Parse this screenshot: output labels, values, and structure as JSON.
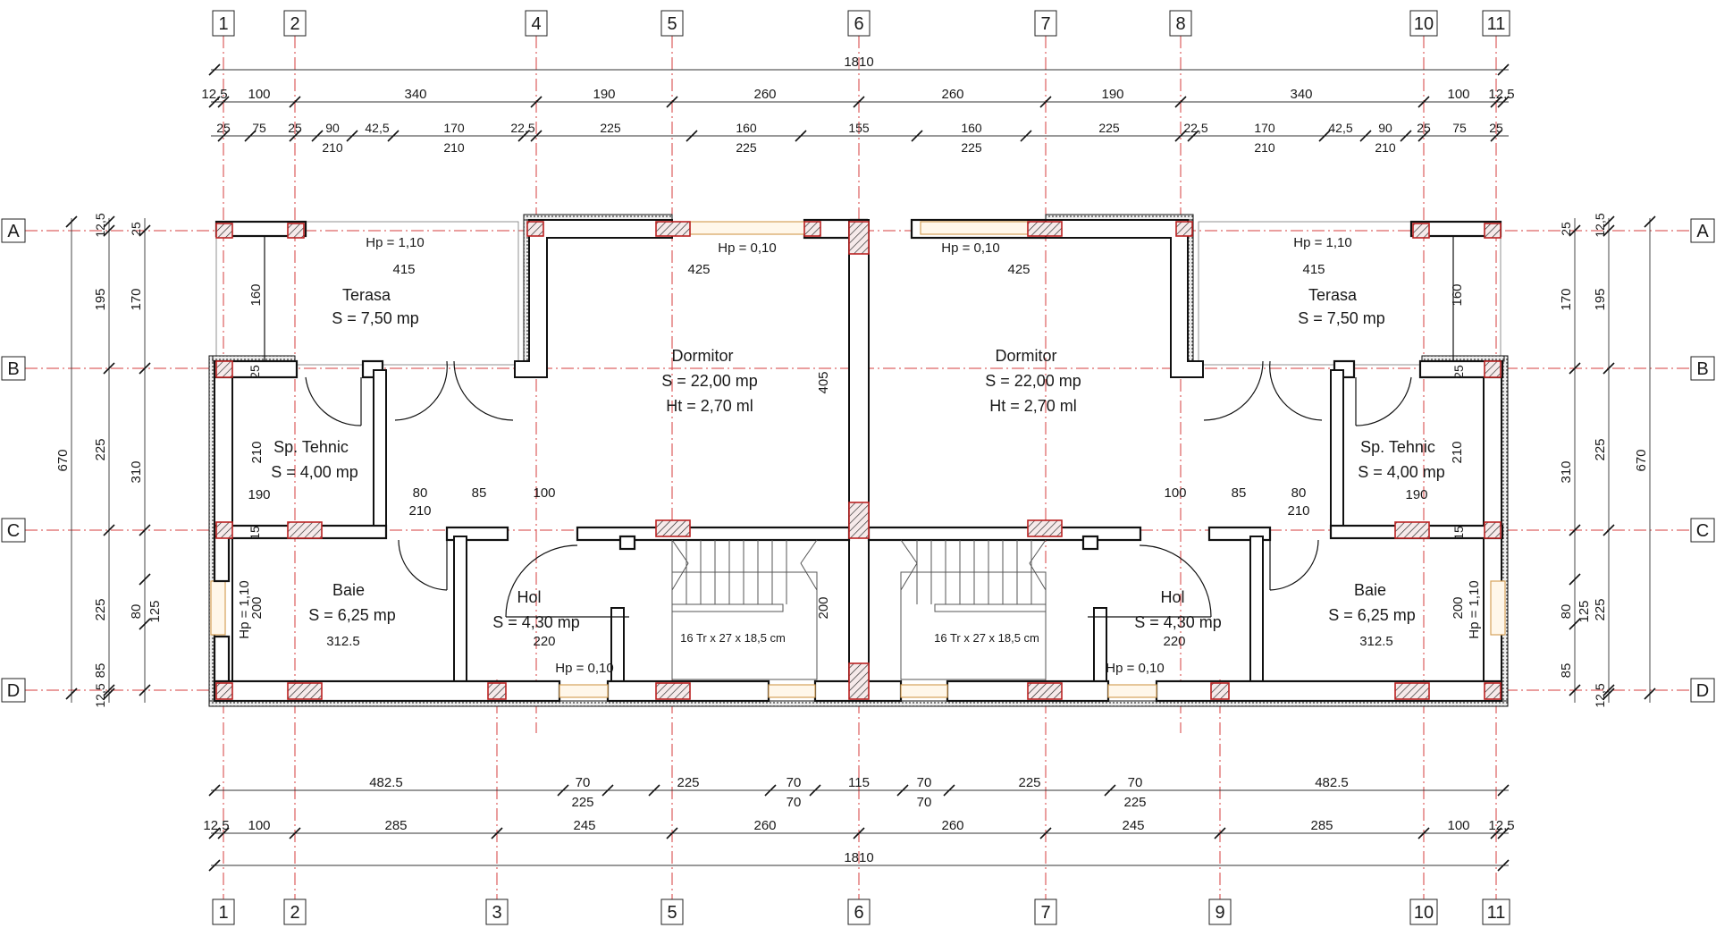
{
  "axes_vertical_top": [
    "1",
    "2",
    "4",
    "5",
    "6",
    "7",
    "8",
    "10",
    "11"
  ],
  "axes_vertical_bottom": [
    "1",
    "2",
    "3",
    "5",
    "6",
    "7",
    "9",
    "10",
    "11"
  ],
  "axes_horizontal": [
    "A",
    "B",
    "C",
    "D"
  ],
  "dims_top": {
    "total": "1810",
    "row2": [
      "12,5",
      "100",
      "340",
      "190",
      "260",
      "260",
      "190",
      "340",
      "100",
      "12,5"
    ],
    "row3": [
      "25",
      "75",
      "25",
      "90",
      "42,5",
      "170",
      "22,5",
      "225",
      "160",
      "155",
      "160",
      "225",
      "22,5",
      "170",
      "42,5",
      "90",
      "25",
      "75",
      "25"
    ],
    "row3_sub": [
      "210",
      "210",
      "225",
      "225",
      "210",
      "210"
    ]
  },
  "dims_bottom": {
    "row1": [
      "482.5",
      "70",
      "225",
      "70",
      "115",
      "70",
      "225",
      "70",
      "482.5"
    ],
    "row1_sub": [
      "225",
      "70",
      "70",
      "225"
    ],
    "row2": [
      "12,5",
      "100",
      "285",
      "245",
      "260",
      "260",
      "245",
      "285",
      "100",
      "12,5"
    ],
    "total": "1810"
  },
  "dims_left": {
    "outer": "670",
    "mid": [
      "195",
      "225",
      "225",
      "85"
    ],
    "inner": [
      "170",
      "310",
      "80",
      "125"
    ],
    "small": [
      "12,5",
      "25",
      "12,5"
    ]
  },
  "dims_right": {
    "outer": "670",
    "mid": [
      "195",
      "225",
      "225"
    ],
    "inner": [
      "170",
      "310",
      "80",
      "125",
      "85"
    ],
    "small": [
      "12,5",
      "25",
      "12,5"
    ]
  },
  "rooms": {
    "terasa_left": {
      "name": "Terasa",
      "area": "S = 7,50 mp",
      "hp": "Hp = 1,10",
      "w": "415",
      "h": "160"
    },
    "terasa_right": {
      "name": "Terasa",
      "area": "S = 7,50 mp",
      "hp": "Hp = 1,10",
      "w": "415",
      "h": "160"
    },
    "dormitor_left": {
      "name": "Dormitor",
      "area": "S = 22,00 mp",
      "ht": "Ht = 2,70 ml",
      "hp": "Hp = 0,10",
      "w": "425",
      "h": "405"
    },
    "dormitor_right": {
      "name": "Dormitor",
      "area": "S = 22,00 mp",
      "ht": "Ht = 2,70 ml",
      "hp": "Hp = 0,10",
      "w": "425"
    },
    "tehnic_left": {
      "name": "Sp. Tehnic",
      "area": "S = 4,00 mp",
      "w": "190",
      "h": "210"
    },
    "tehnic_right": {
      "name": "Sp. Tehnic",
      "area": "S = 4,00 mp",
      "w": "190",
      "h": "210"
    },
    "baie_left": {
      "name": "Baie",
      "area": "S = 6,25 mp",
      "w": "312.5",
      "h": "200",
      "hp": "Hp = 1,10"
    },
    "baie_right": {
      "name": "Baie",
      "area": "S = 6,25 mp",
      "w": "312.5",
      "h": "200",
      "hp": "Hp = 1,10"
    },
    "hol_left": {
      "name": "Hol",
      "area": "S = 4,30 mp",
      "w": "220",
      "hp": "Hp = 0,10"
    },
    "hol_right": {
      "name": "Hol",
      "area": "S = 4,30 mp",
      "w": "220",
      "hp": "Hp = 0,10"
    }
  },
  "interior_dims": {
    "left": [
      "80",
      "85",
      "100",
      "210"
    ],
    "right": [
      "100",
      "85",
      "80",
      "210"
    ],
    "wall": [
      "25",
      "25",
      "15",
      "15"
    ],
    "stair_h": "200"
  },
  "stairs": {
    "left": "16 Tr x 27 x 18,5 cm",
    "right": "16 Tr x 27 x 18,5 cm"
  }
}
